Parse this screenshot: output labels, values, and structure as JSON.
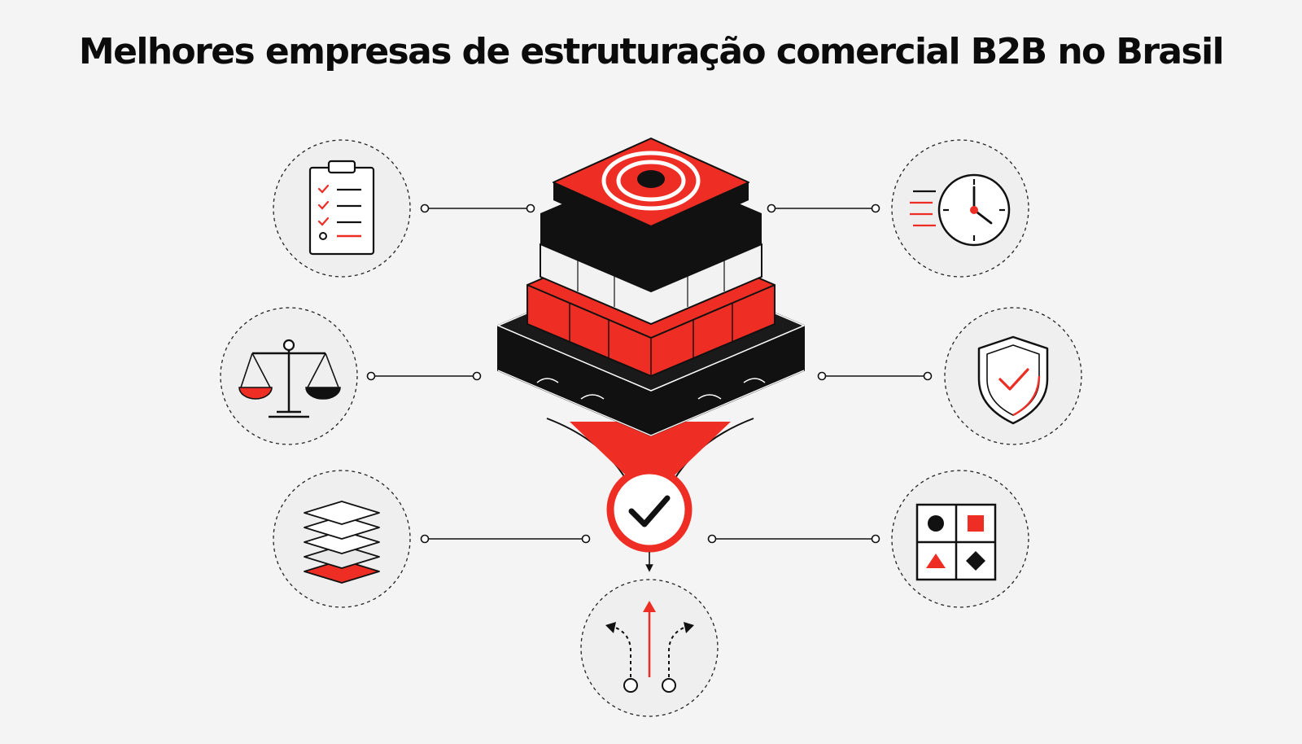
{
  "title": "Melhores empresas de estruturação comercial B2B no Brasil",
  "colors": {
    "accent": "#ee2e24",
    "ink": "#111111",
    "background": "#f4f4f4",
    "circle_fill": "#efefef"
  },
  "diagram": {
    "center": "stacked-layers-target",
    "focal": "checkmark-icon",
    "satellites": [
      {
        "position": "top-left",
        "icon": "clipboard-checklist-icon"
      },
      {
        "position": "middle-left",
        "icon": "balance-scale-icon"
      },
      {
        "position": "bottom-left",
        "icon": "layers-stack-icon"
      },
      {
        "position": "top-right",
        "icon": "clock-icon"
      },
      {
        "position": "middle-right",
        "icon": "shield-check-icon"
      },
      {
        "position": "bottom-right",
        "icon": "shapes-grid-icon"
      },
      {
        "position": "bottom-center",
        "icon": "branching-arrows-icon"
      }
    ]
  }
}
